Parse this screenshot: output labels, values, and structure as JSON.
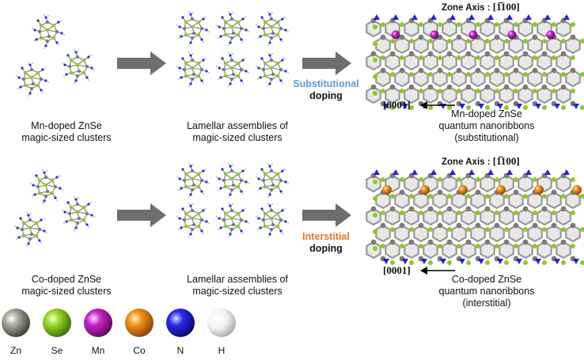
{
  "row1": {
    "start_label_line1": "Mn-doped ZnSe",
    "start_label_line2": "magic-sized clusters",
    "mid_label_line1": "Lamellar assemblies of",
    "mid_label_line2": "magic-sized clusters",
    "doping_word": "Substitutional",
    "doping_suffix": "doping",
    "doping_color": "#5b9bd5",
    "dopant_color": "#c020c0",
    "zone_axis_label": "Zone Axis :",
    "zone_axis_value": "[1̅100]",
    "direction_label": "[0001]",
    "end_label_line1": "Mn-doped ZnSe",
    "end_label_line2": "quantum nanoribbons",
    "end_label_line3": "(substitutional)"
  },
  "row2": {
    "start_label_line1": "Co-doped ZnSe",
    "start_label_line2": "magic-sized clusters",
    "mid_label_line1": "Lamellar assemblies of",
    "mid_label_line2": "magic-sized clusters",
    "doping_word": "Interstitial",
    "doping_suffix": "doping",
    "doping_color": "#e07820",
    "dopant_color": "#e8821e",
    "zone_axis_label": "Zone Axis :",
    "zone_axis_value": "[1̅100]",
    "direction_label": "[0001]",
    "end_label_line1": "Co-doped ZnSe",
    "end_label_line2": "quantum nanoribbons",
    "end_label_line3": "(interstitial)"
  },
  "legend": [
    {
      "symbol": "Zn",
      "color": "#8a8a80"
    },
    {
      "symbol": "Se",
      "color": "#8acb20"
    },
    {
      "symbol": "Mn",
      "color": "#c020c0"
    },
    {
      "symbol": "Co",
      "color": "#f08a10"
    },
    {
      "symbol": "N",
      "color": "#2020e0"
    },
    {
      "symbol": "H",
      "color": "#e6e6e6"
    }
  ]
}
